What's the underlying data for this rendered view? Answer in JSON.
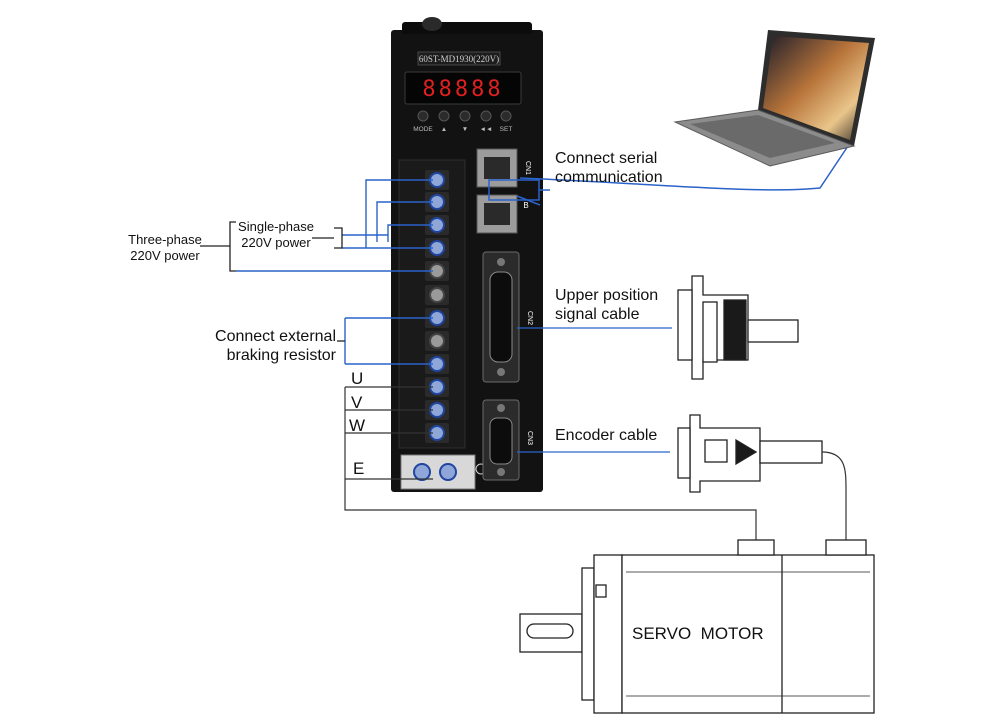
{
  "drive": {
    "model": "60ST-MD1930(220V)",
    "display": "88888",
    "buttons": [
      "MODE",
      "▲",
      "▼",
      "◄◄",
      "SET"
    ],
    "ports": {
      "cn1": "CN1",
      "cn1b": "B",
      "cn2": "CN2",
      "cn3": "CN3"
    }
  },
  "labels": {
    "three_phase_line1": "Three-phase",
    "three_phase_line2": "220V power",
    "single_phase_line1": "Single-phase",
    "single_phase_line2": "220V power",
    "braking_line1": "Connect external",
    "braking_line2": "braking resistor",
    "serial_line1": "Connect serial",
    "serial_line2": "communication",
    "upper_line1": "Upper position",
    "upper_line2": "signal cable",
    "encoder": "Encoder cable",
    "phase_u": "U",
    "phase_v": "V",
    "phase_w": "W",
    "phase_e": "E",
    "motor": "SERVO  MOTOR"
  },
  "colors": {
    "wire_blue": "#2a63c9",
    "drive_body": "#111111",
    "outline": "#333333"
  }
}
